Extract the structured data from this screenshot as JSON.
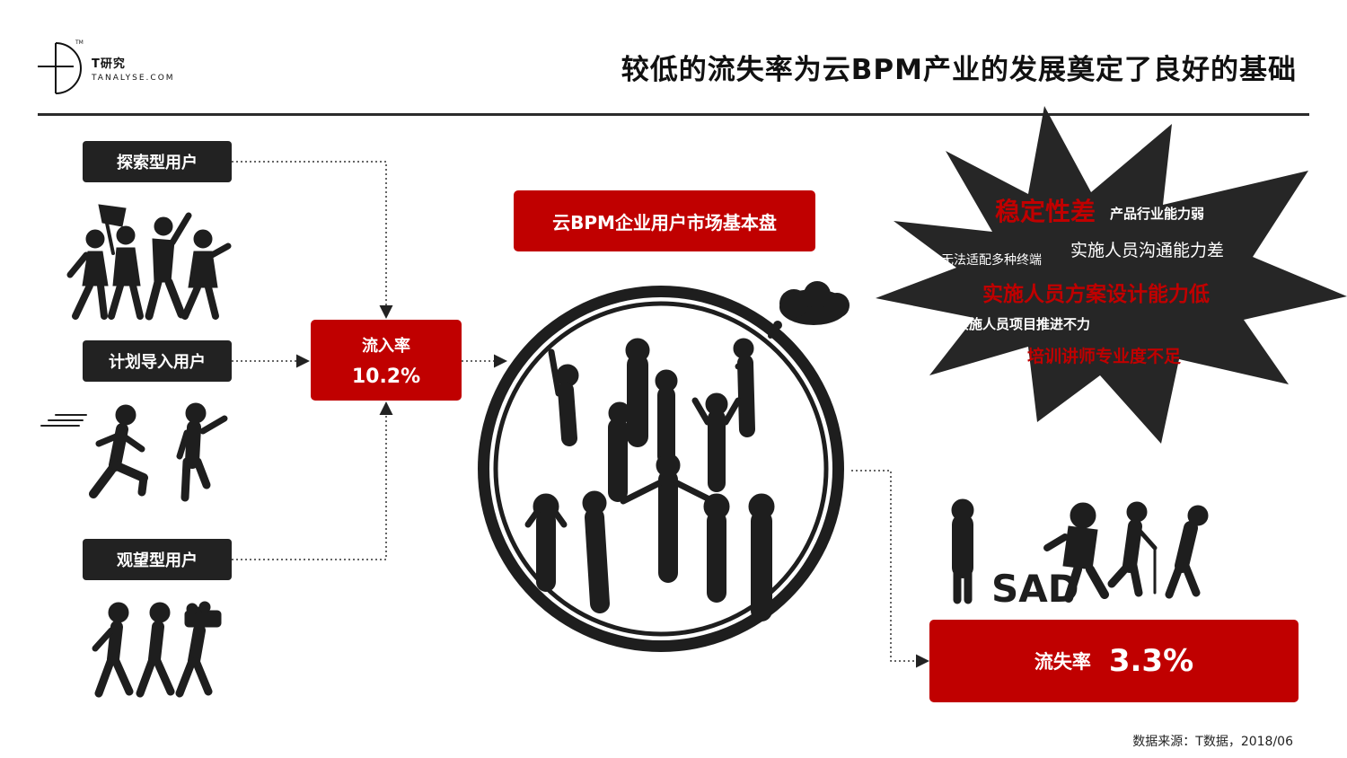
{
  "logo": {
    "cn": "T研究",
    "en": "TANALYSE.COM",
    "tm": "TM"
  },
  "title": "较低的流失率为云BPM产业的发展奠定了良好的基础",
  "user_types": {
    "explore": "探索型用户",
    "plan": "计划导入用户",
    "watch": "观望型用户"
  },
  "inflow": {
    "label": "流入率",
    "value": "10.2%"
  },
  "market": {
    "label": "云BPM企业用户市场基本盘"
  },
  "issues": {
    "stability": "稳定性差",
    "industry": "产品行业能力弱",
    "terminals": "无法适配多种终端",
    "communication": "实施人员沟通能力差",
    "design": "实施人员方案设计能力低",
    "progress": "实施人员项目推进不力",
    "trainers": "培训讲师专业度不足"
  },
  "sad_label": "SAD",
  "churn": {
    "label": "流失率",
    "value": "3.3%"
  },
  "source": "数据来源：T数据，2018/06",
  "colors": {
    "accent_red": "#c00000",
    "dark": "#222222",
    "burst": "#262626"
  },
  "icons": [
    "marching-crowd-icon",
    "running-person-icon",
    "walking-people-icon",
    "crowd-circle-icon",
    "thought-cloud-icon",
    "sad-people-icon"
  ]
}
